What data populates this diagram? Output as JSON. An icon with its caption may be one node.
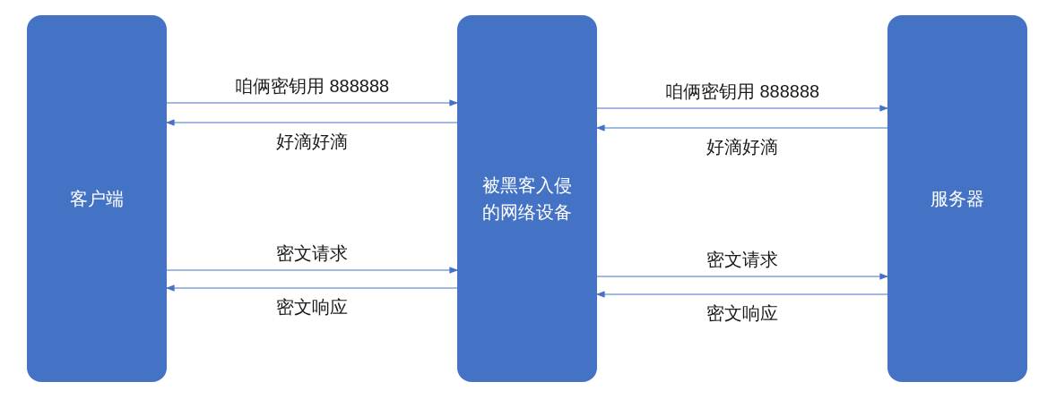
{
  "diagram": {
    "nodes": [
      {
        "text": [
          "客户端"
        ]
      },
      {
        "text": [
          "被黑客入侵的网络设备"
        ]
      },
      {
        "text": [
          "服务器"
        ]
      }
    ],
    "edges": [
      {
        "from": 0,
        "to": 1,
        "arrow": "to",
        "label": "咱俩密钥用 888888"
      },
      {
        "from": 1,
        "to": 0,
        "arrow": "to",
        "label": "好滴好滴"
      },
      {
        "from": 1,
        "to": 2,
        "arrow": "to",
        "label": "咱俩密钥用 888888"
      },
      {
        "from": 2,
        "to": 1,
        "arrow": "to",
        "label": "好滴好滴"
      },
      {
        "from": 0,
        "to": 1,
        "arrow": "to",
        "label": "密文请求"
      },
      {
        "from": 1,
        "to": 0,
        "arrow": "to",
        "label": "密文响应"
      },
      {
        "from": 1,
        "to": 2,
        "arrow": "to",
        "label": "密文请求"
      },
      {
        "from": 2,
        "to": 1,
        "arrow": "to",
        "label": "密文响应"
      }
    ]
  }
}
